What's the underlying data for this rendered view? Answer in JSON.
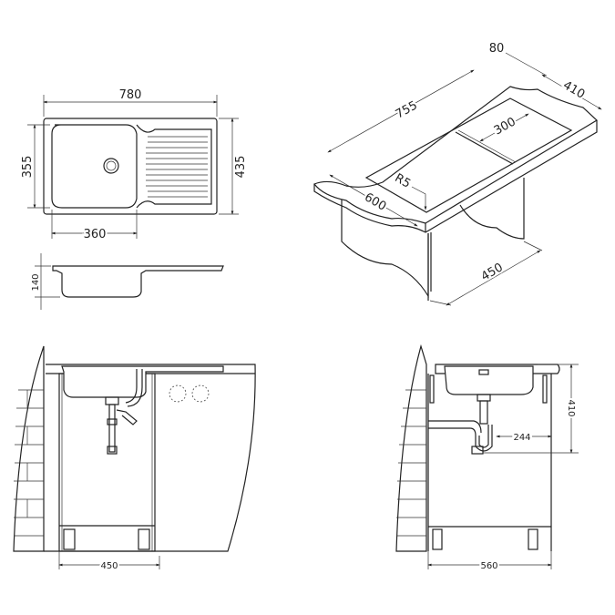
{
  "plan_view": {
    "width": "780",
    "bowl_depth": "355",
    "depth": "435",
    "bowl_width": "360"
  },
  "side_view": {
    "bowl_height": "140"
  },
  "iso_view": {
    "drainer_offset": "80",
    "bowl_depth": "410",
    "length": "755",
    "bowl_length": "300",
    "radius": "R5",
    "worktop_depth": "600",
    "cabinet_width": "450"
  },
  "front_view": {
    "cabinet_width": "450"
  },
  "side_install_view": {
    "cabinet_depth": "560",
    "height": "410",
    "trap_offset": "244"
  }
}
